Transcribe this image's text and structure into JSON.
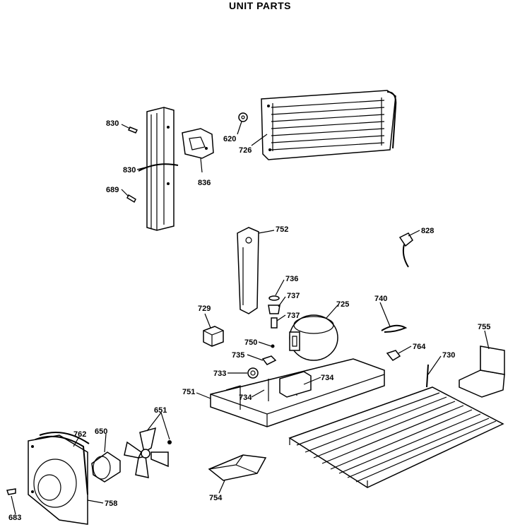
{
  "title": "UNIT PARTS",
  "labels": {
    "p830a": "830",
    "p830b": "830",
    "p689": "689",
    "p836": "836",
    "p620": "620",
    "p726": "726",
    "p752": "752",
    "p828": "828",
    "p736": "736",
    "p737a": "737",
    "p737b": "737",
    "p725": "725",
    "p740": "740",
    "p729": "729",
    "p750": "750",
    "p735": "735",
    "p764": "764",
    "p755": "755",
    "p730": "730",
    "p733": "733",
    "p734a": "734",
    "p734b": "734",
    "p751": "751",
    "p651": "651",
    "p762": "762",
    "p650": "650",
    "p754": "754",
    "p683": "683",
    "p758": "758"
  }
}
